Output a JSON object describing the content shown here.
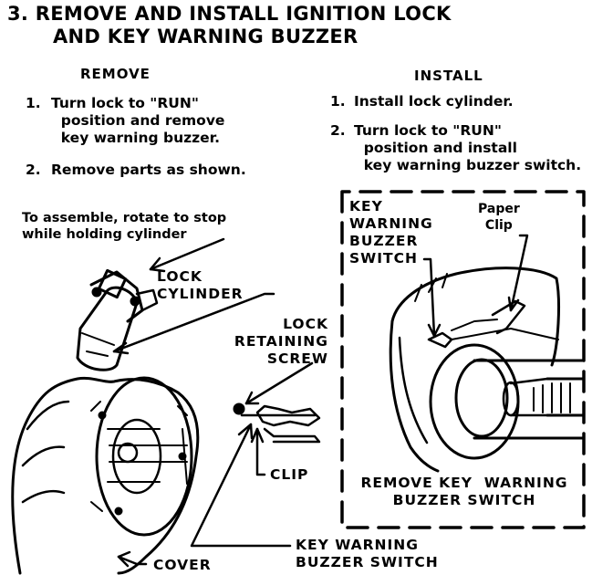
{
  "heading": {
    "line1": "3.  REMOVE AND INSTALL IGNITION LOCK",
    "line2": "AND KEY WARNING BUZZER"
  },
  "remove": {
    "title": "REMOVE",
    "steps": [
      {
        "num": "1.",
        "text": "Turn lock to \"RUN\"\n  position and remove\n  key warning buzzer."
      },
      {
        "num": "2.",
        "text": "Remove parts as shown."
      }
    ]
  },
  "install": {
    "title": "INSTALL",
    "steps": [
      {
        "num": "1.",
        "text": "Install lock cylinder."
      },
      {
        "num": "2.",
        "text": "Turn lock to \"RUN\"\n  position and install\n  key warning buzzer switch."
      }
    ]
  },
  "left_figure": {
    "assemble_note": "To assemble, rotate to stop\nwhile holding cylinder",
    "lock_cylinder": "LOCK\nCYLINDER",
    "lock_retaining_screw": "LOCK\nRETAINING\nSCREW",
    "clip": "CLIP",
    "cover": "COVER",
    "key_warning_buzzer_switch": "KEY WARNING\nBUZZER SWITCH"
  },
  "right_figure": {
    "key_warning_buzzer_switch": "KEY\nWARNING\nBUZZER\nSWITCH",
    "paper_clip": "Paper\nClip",
    "remove_caption": "REMOVE KEY  WARNING\nBUZZER SWITCH"
  }
}
